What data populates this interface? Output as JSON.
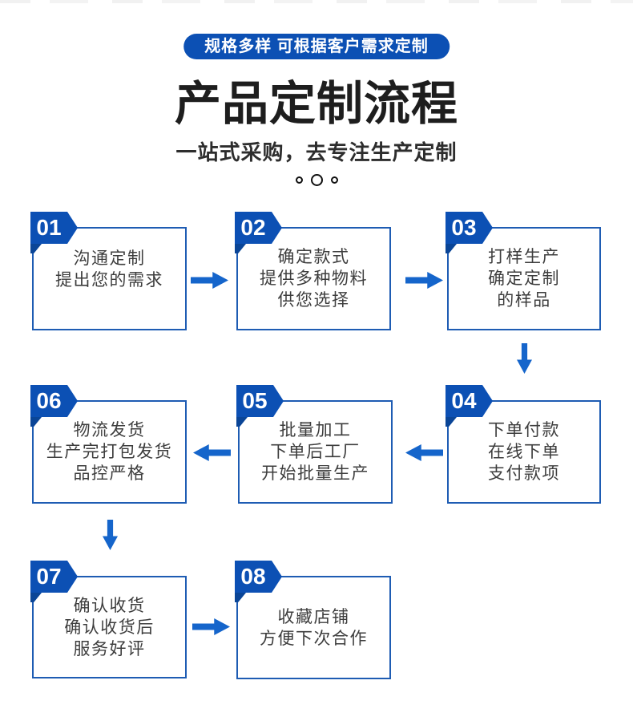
{
  "banner": {
    "text": "规格多样 可根据客户需求定制"
  },
  "title": "产品定制流程",
  "subtitle": "一站式采购，去专注生产定制",
  "colors": {
    "accent_blue": "#0C50B4",
    "arrow_blue": "#1565CB",
    "box_border_blue": "#1E5CB3",
    "body_text": "#3d3d3d",
    "title_text": "#1e1e1e"
  },
  "steps": [
    {
      "num": "01",
      "lines": [
        "沟通定制",
        "提出您的需求"
      ]
    },
    {
      "num": "02",
      "lines": [
        "确定款式",
        "提供多种物料",
        "供您选择"
      ]
    },
    {
      "num": "03",
      "lines": [
        "打样生产",
        "确定定制",
        "的样品"
      ]
    },
    {
      "num": "04",
      "lines": [
        "下单付款",
        "在线下单",
        "支付款项"
      ]
    },
    {
      "num": "05",
      "lines": [
        "批量加工",
        "下单后工厂",
        "开始批量生产"
      ]
    },
    {
      "num": "06",
      "lines": [
        "物流发货",
        "生产完打包发货",
        "品控严格"
      ]
    },
    {
      "num": "07",
      "lines": [
        "确认收货",
        "确认收货后",
        "服务好评"
      ]
    },
    {
      "num": "08",
      "lines": [
        "收藏店铺",
        "方便下次合作"
      ]
    }
  ]
}
